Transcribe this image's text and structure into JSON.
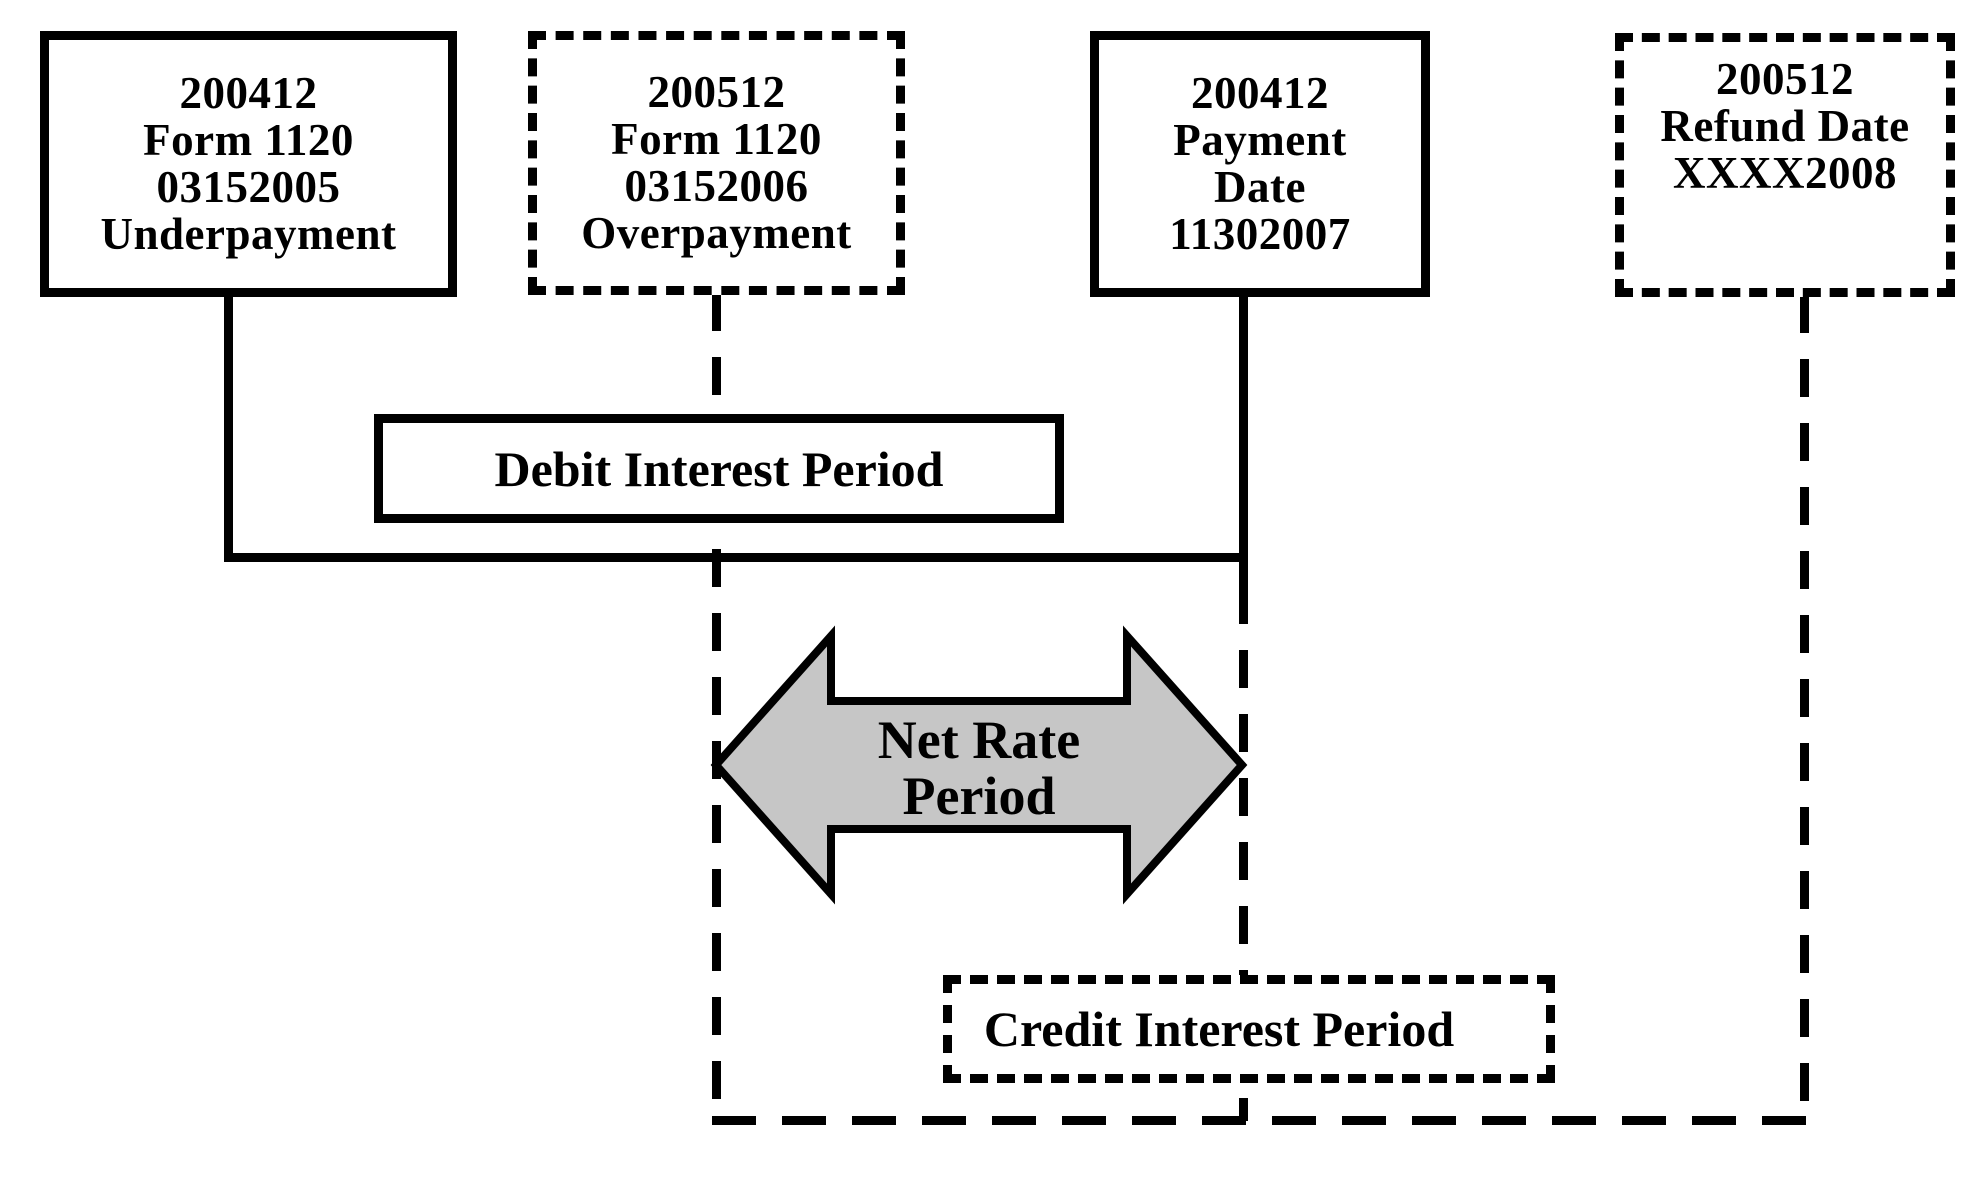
{
  "diagram": {
    "title_hint": "interest netting timeline diagram",
    "colors": {
      "background": "#ffffff",
      "line": "#000000",
      "arrow_fill": "#c6c6c6",
      "text": "#000000"
    },
    "boxes": {
      "underpayment": {
        "border": "solid",
        "lines": [
          "200412",
          "Form 1120",
          "03152005",
          "Underpayment"
        ]
      },
      "overpayment": {
        "border": "dashed",
        "lines": [
          "200512",
          "Form 1120",
          "03152006",
          "Overpayment"
        ]
      },
      "payment_date": {
        "border": "solid",
        "lines": [
          "200412",
          "Payment",
          "Date",
          "11302007"
        ]
      },
      "refund_date": {
        "border": "dashed",
        "lines": [
          "200512",
          "Refund Date",
          "XXXX2008"
        ]
      }
    },
    "labels": {
      "debit_period": "Debit Interest Period",
      "credit_period": "Credit Interest Period",
      "net_rate_line1": "Net Rate",
      "net_rate_line2": "Period"
    }
  }
}
